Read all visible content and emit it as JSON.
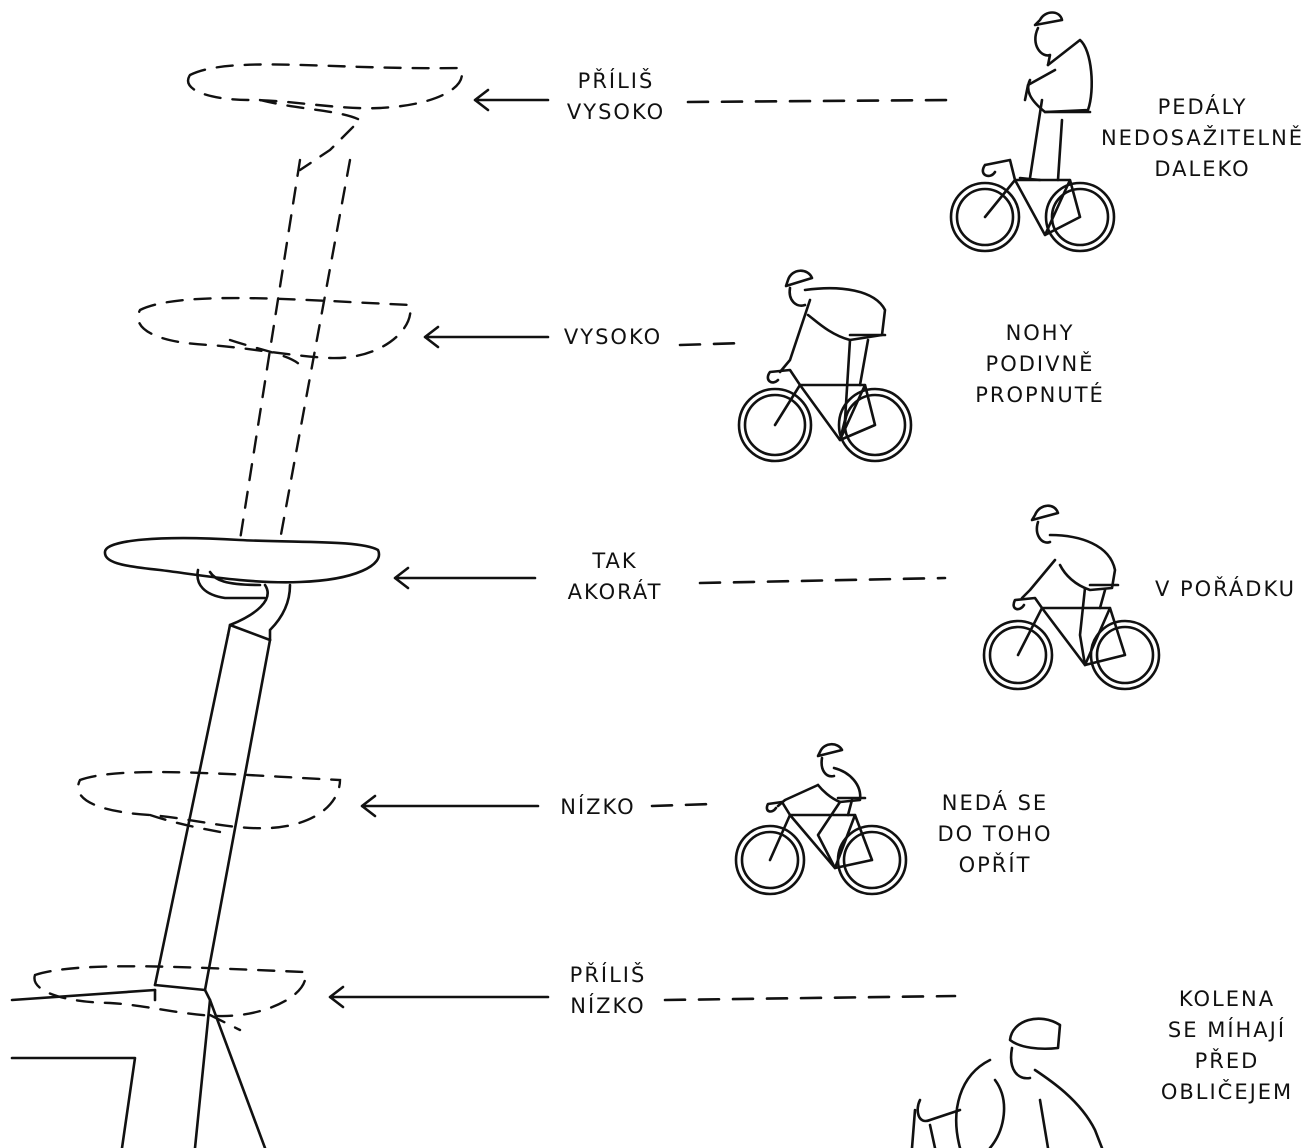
{
  "heights": [
    {
      "position": [
        "PŘÍLIŠ",
        "VYSOKO"
      ],
      "effect": [
        "PEDÁLY",
        "NEDOSAŽITELNĚ",
        "DALEKO"
      ]
    },
    {
      "position": [
        "VYSOKO"
      ],
      "effect": [
        "NOHY",
        "PODIVNĚ",
        "PROPNUTÉ"
      ]
    },
    {
      "position": [
        "TAK",
        "AKORÁT"
      ],
      "effect": [
        "V POŘÁDKU"
      ]
    },
    {
      "position": [
        "NÍZKO"
      ],
      "effect": [
        "NEDÁ SE",
        "DO TOHO",
        "OPŘÍT"
      ]
    },
    {
      "position": [
        "PŘÍLIŠ",
        "NÍZKO"
      ],
      "effect": [
        "KOLENA",
        "SE MÍHAJÍ",
        "PŘED",
        "OBLIČEJEM"
      ]
    }
  ],
  "colors": {
    "ink": "#111111",
    "background": "#ffffff"
  }
}
